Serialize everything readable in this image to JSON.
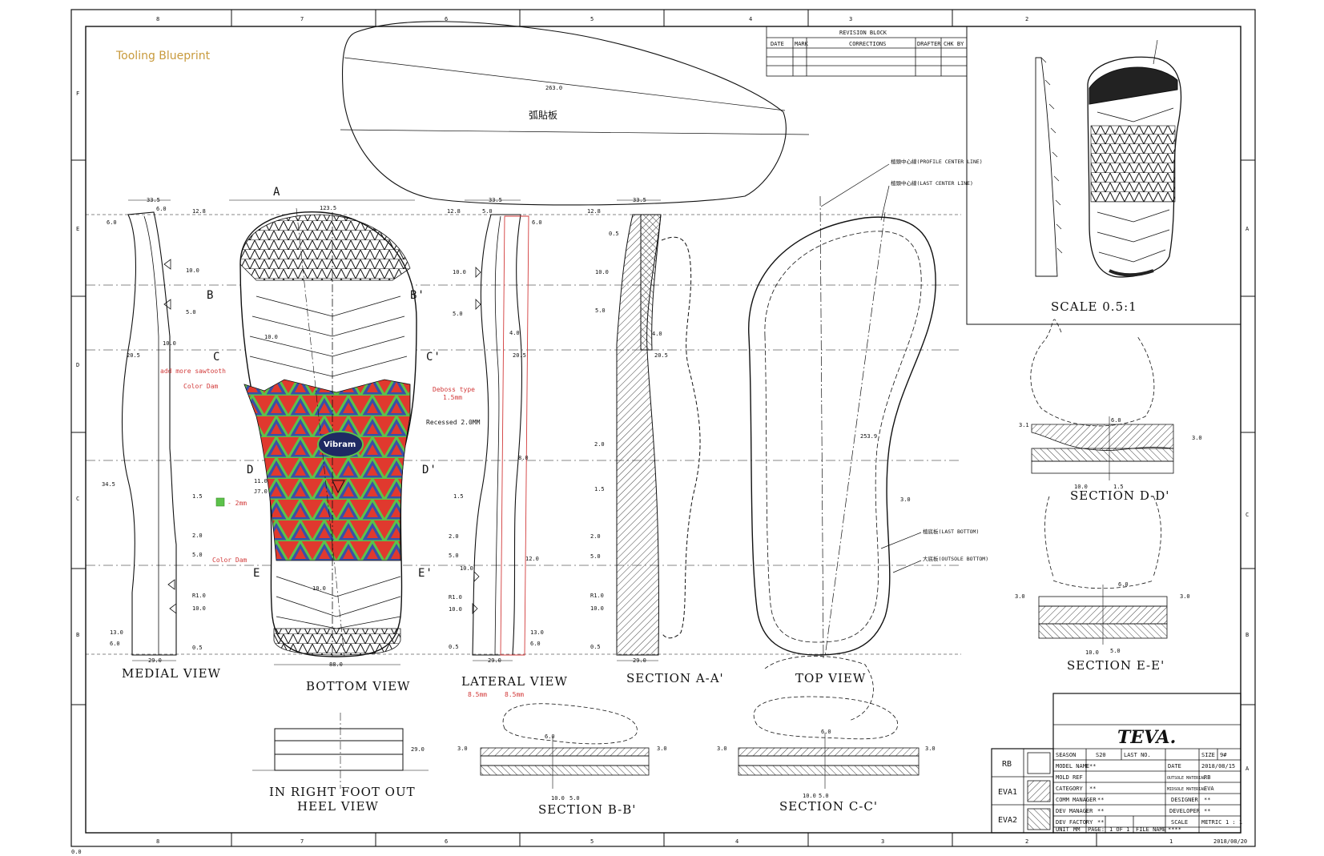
{
  "brand_label": "Tooling Blueprint",
  "border": {
    "cols_top": [
      "8",
      "7",
      "6",
      "5",
      "4",
      "3",
      "2"
    ],
    "cols_bottom": [
      "8",
      "7",
      "6",
      "5",
      "4",
      "3",
      "2",
      "1"
    ],
    "rows": [
      "F",
      "E",
      "D",
      "C",
      "B"
    ],
    "rows_right": [
      "A",
      "C",
      "B",
      "A"
    ],
    "origin": "0.0",
    "date_bottom": "2018/08/20"
  },
  "revision_block": {
    "title": "REVISION BLOCK",
    "headers": [
      "DATE",
      "MARK",
      "CORRECTIONS",
      "DRAFTER",
      "CHK BY"
    ]
  },
  "top_template": {
    "length": "263.0",
    "chinese_label": "弧貼板"
  },
  "views": {
    "medial": "MEDIAL VIEW",
    "bottom": "BOTTOM VIEW",
    "lateral": "LATERAL VIEW",
    "section_aa": "SECTION A-A'",
    "top": "TOP VIEW",
    "section_dd": "SECTION D-D'",
    "section_ee": "SECTION E-E'",
    "section_bb": "SECTION B-B'",
    "section_cc": "SECTION C-C'",
    "heel_line1": "IN  RIGHT FOOT  OUT",
    "heel_line2": "HEEL VIEW",
    "scale": "SCALE 0.5:1"
  },
  "section_marks": [
    "A",
    "B",
    "B'",
    "C",
    "C'",
    "D",
    "D'",
    "E",
    "E'"
  ],
  "annotations": {
    "add_sawtooth": "add more sawtooth",
    "color_dam_1": "Color Dam",
    "color_dam_2": "Color Dam",
    "deboss_type": "Deboss type",
    "deboss_depth": "1.5mm",
    "recessed": "Recessed 2.0MM",
    "swatch_note": "- 2mm",
    "logo_text": "Vibram",
    "lateral_85_left": "8.5mm",
    "lateral_85_right": "8.5mm",
    "profile_center": "楦頭中心線(PROFILE CENTER LINE)",
    "last_center": "楦頭中心線(LAST CENTER LINE)",
    "last_bottom": "楦底板(LAST BOTTOM)",
    "outsole_bottom": "大底板(OUTSOLE BOTTOM)"
  },
  "dims": {
    "medial": [
      "33.5",
      "6.0",
      "12.8",
      "6.0",
      "10.0",
      "5.0",
      "10.0",
      "20.5",
      "34.5",
      "1.5",
      "2.0",
      "5.0",
      "R1.0",
      "10.0",
      "13.0",
      "6.0",
      "0.5",
      "29.0"
    ],
    "bottom": [
      "123.5",
      "10.0",
      "11.0",
      "J7.0",
      "10.0",
      "88.0"
    ],
    "lateral": [
      "33.5",
      "12.8",
      "5.0",
      "6.0",
      "10.0",
      "5.0",
      "4.0",
      "20.5",
      "8.0",
      "1.5",
      "2.0",
      "5.0",
      "12.0",
      "10.0",
      "R1.0",
      "10.0",
      "13.0",
      "0.5",
      "6.0",
      "29.0"
    ],
    "section_aa": [
      "33.5",
      "12.8",
      "0.5",
      "10.0",
      "5.0",
      "4.0",
      "20.5",
      "2.0",
      "1.5",
      "2.0",
      "5.0",
      "R1.0",
      "10.0",
      "0.5",
      "29.0"
    ],
    "top": [
      "253.9",
      "3.0"
    ],
    "section_dd": [
      "3.1",
      "6.0",
      "3.0",
      "10.0",
      "1.5"
    ],
    "section_ee": [
      "3.0",
      "6.0",
      "3.0",
      "10.0",
      "5.0"
    ],
    "section_bb": [
      "3.0",
      "6.0",
      "3.0",
      "10.0",
      "5.0"
    ],
    "section_cc": [
      "3.0",
      "6.0",
      "3.0",
      "10.0",
      "5.0"
    ],
    "heel": [
      "29.0"
    ]
  },
  "title_block": {
    "logo": "TEVA.",
    "rows": [
      {
        "label": "SEASON",
        "value": "S20",
        "label2": "LAST NO.",
        "value2": "",
        "label3": "SIZE",
        "value3": "9#"
      },
      {
        "label": "MODEL NAME",
        "value": "**",
        "label2": "DATE",
        "value2": "2018/08/15"
      },
      {
        "label": "MOLD REF",
        "value": "",
        "label2": "OUTSOLE MATERIAL",
        "value2": "RB"
      },
      {
        "label": "CATEGORY",
        "value": "**",
        "label2": "MIDSOLE MATERIAL",
        "value2": "EVA"
      },
      {
        "label": "COMM MANAGER",
        "value": "**",
        "label2": "DESIGNER",
        "value2": "**"
      },
      {
        "label": "DEV MANAGER",
        "value": "**",
        "label2": "DEVELOPER",
        "value2": "**"
      },
      {
        "label": "DEV FACTORY",
        "value": "**",
        "label2": "SCALE",
        "value2": "METRIC",
        "value3": "1 : 1"
      },
      {
        "label": "UNIT",
        "value": "MM",
        "label2": "PAGE:",
        "value2": "1 OF 1",
        "label3": "FILE NAME",
        "value3": "****"
      }
    ],
    "legend": [
      "RB",
      "EVA1",
      "EVA2"
    ]
  },
  "colors": {
    "line": "#111111",
    "brand": "#c89a3c",
    "outsole_red": "#e0392e",
    "outsole_blue": "#3a4fa8",
    "outsole_green": "#5cc24a",
    "annotation_red": "#d23a3a"
  }
}
